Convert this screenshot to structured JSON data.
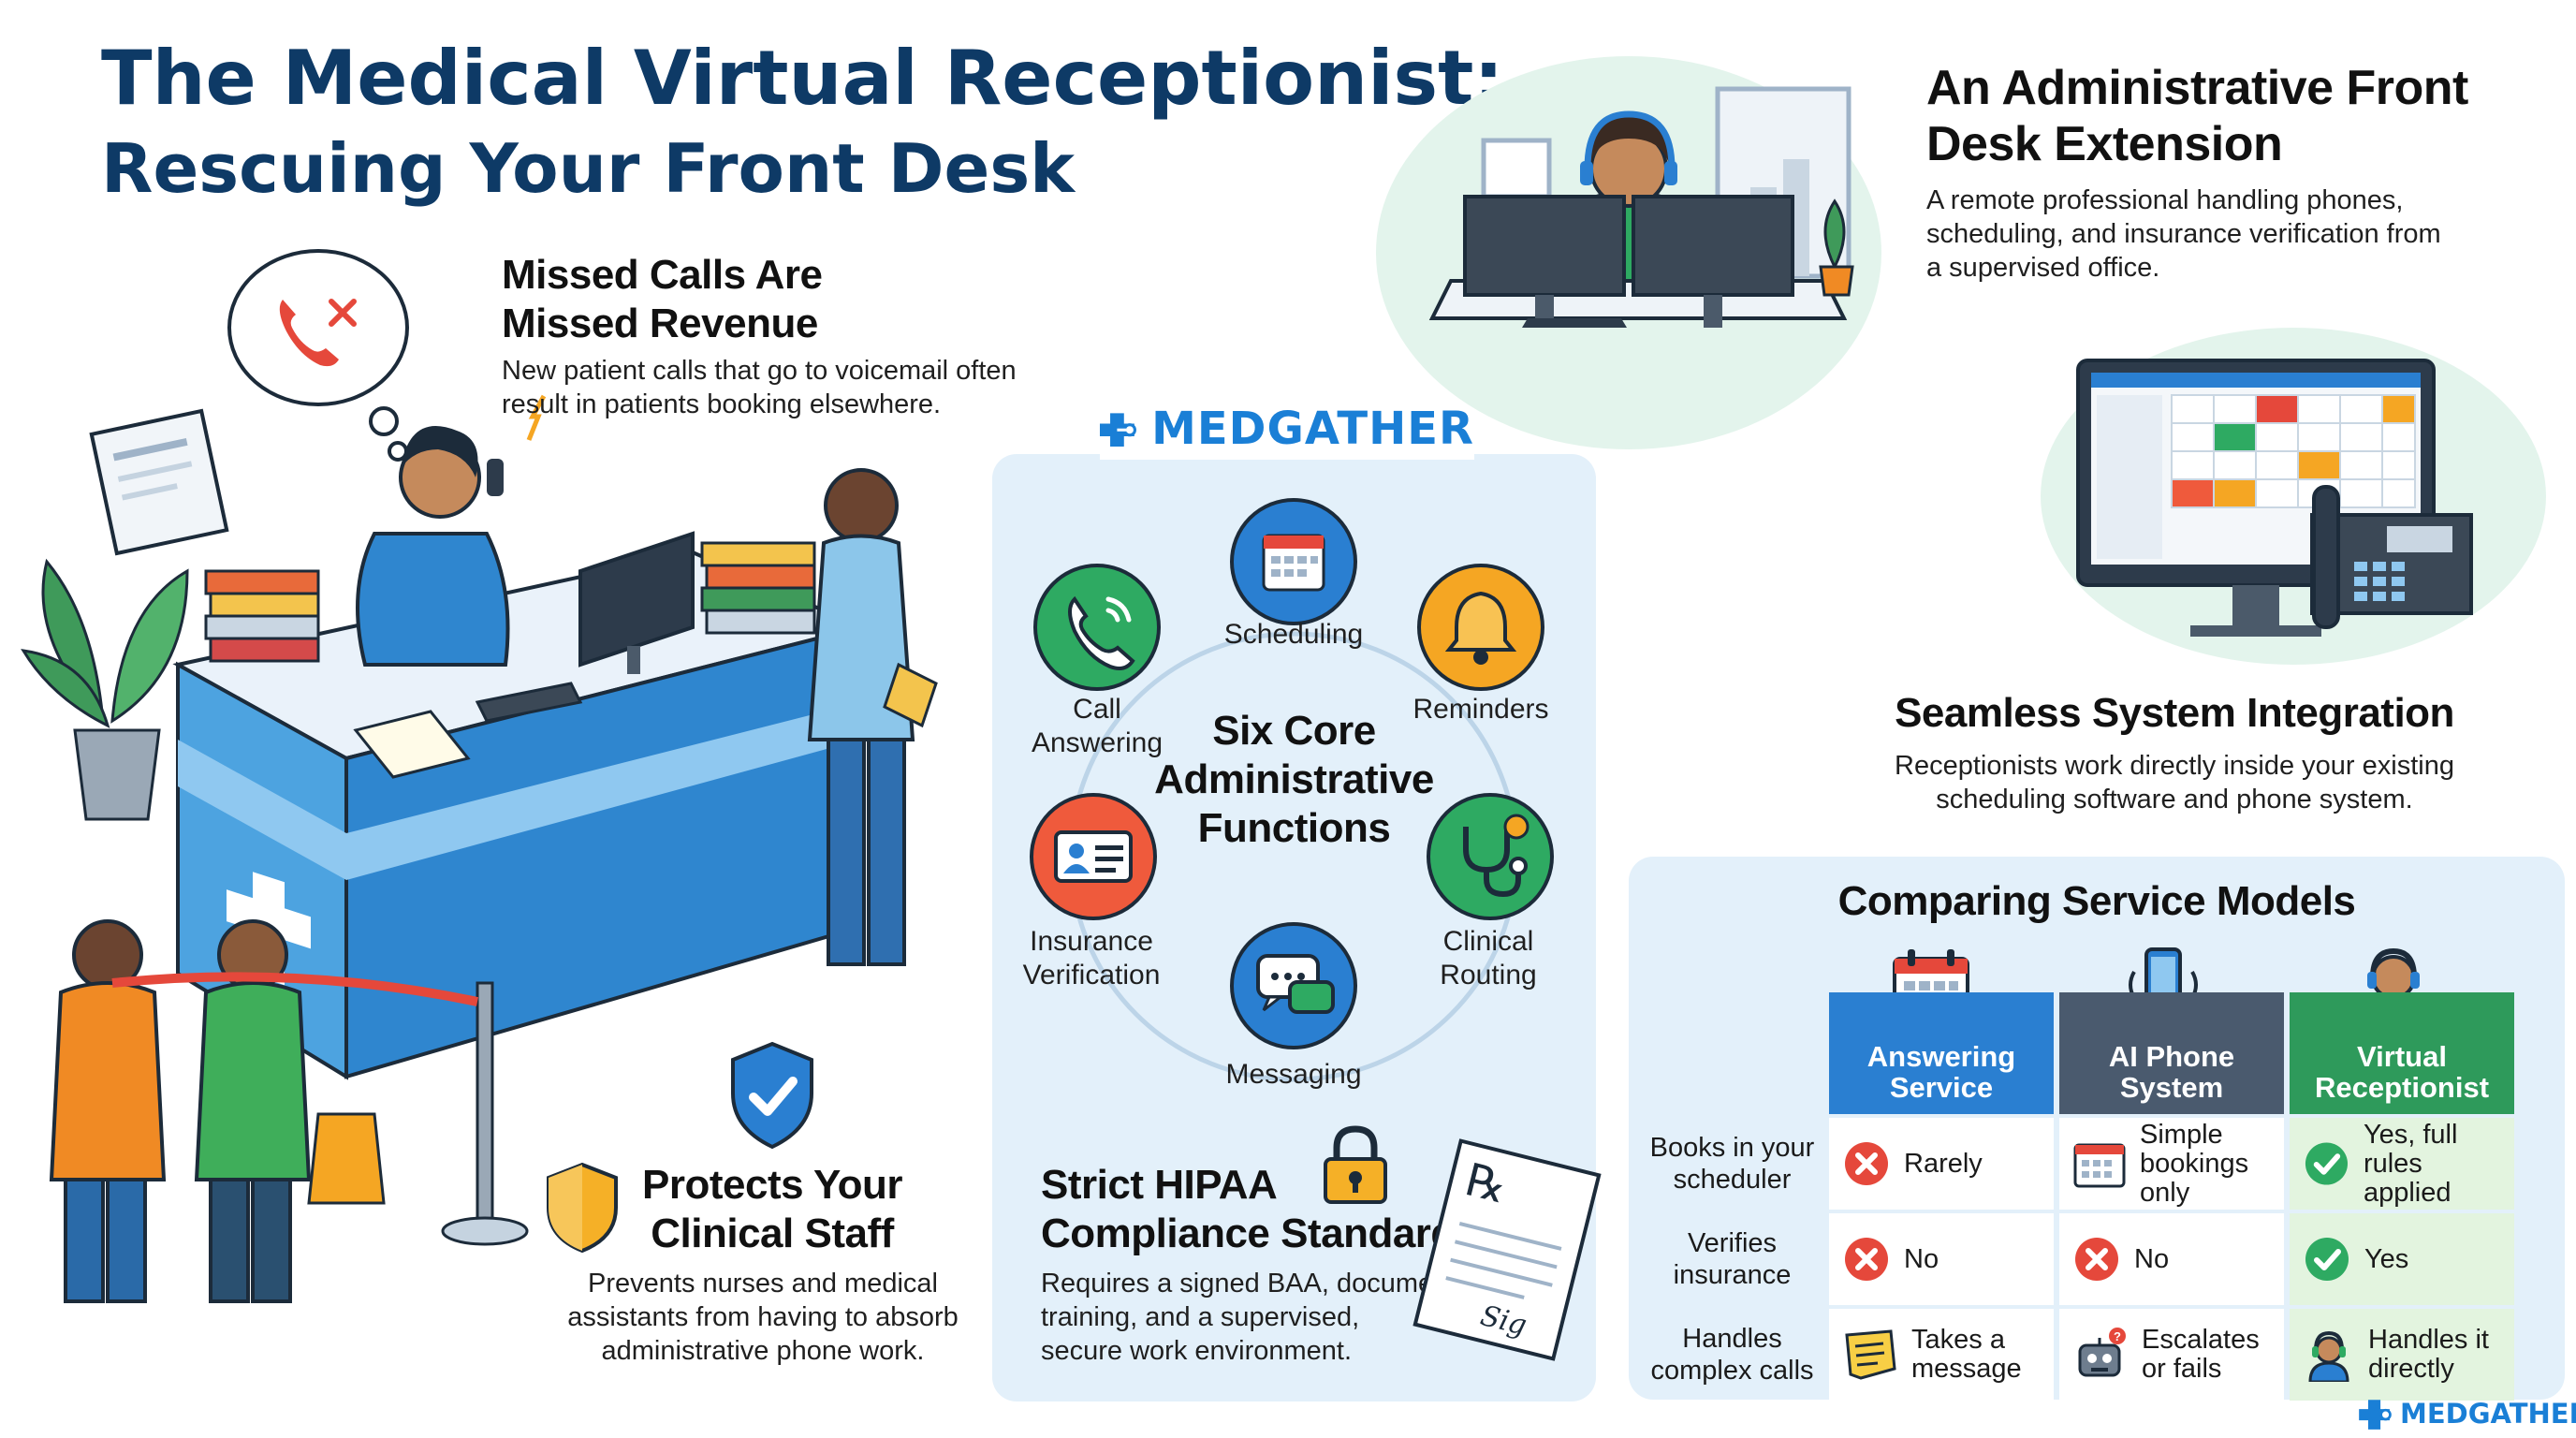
{
  "title": {
    "line1": "The Medical Virtual Receptionist:",
    "line2": "Rescuing Your Front Desk"
  },
  "brand": {
    "name": "MEDGATHER",
    "footer_name": "MEDGATHER",
    "color": "#1a7fd6"
  },
  "missed_calls": {
    "heading": "Missed Calls Are\nMissed Revenue",
    "body": "New patient calls that go to voicemail often\nresult in patients booking elsewhere."
  },
  "protects": {
    "heading": "Protects Your\nClinical Staff",
    "body": "Prevents nurses and medical\nassistants from having to absorb\nadministrative phone work."
  },
  "extension": {
    "heading": "An Administrative Front\nDesk Extension",
    "body": "A remote professional handling phones,\nscheduling, and insurance verification from\na supervised office."
  },
  "integration": {
    "heading": "Seamless System Integration",
    "body": "Receptionists work directly inside your existing\nscheduling software and phone system."
  },
  "functions": {
    "center": "Six Core\nAdministrative\nFunctions",
    "items": [
      {
        "label": "Scheduling",
        "icon": "calendar-icon",
        "color": "#2a7fd1"
      },
      {
        "label": "Reminders",
        "icon": "bell-icon",
        "color": "#f5a623"
      },
      {
        "label": "Clinical\nRouting",
        "icon": "stethoscope-icon",
        "color": "#2eaa62"
      },
      {
        "label": "Messaging",
        "icon": "chat-icon",
        "color": "#2a7fd1"
      },
      {
        "label": "Insurance\nVerification",
        "icon": "id-card-icon",
        "color": "#ef5a3c"
      },
      {
        "label": "Call\nAnswering",
        "icon": "phone-icon",
        "color": "#2eaa62"
      }
    ]
  },
  "hipaa": {
    "heading": "Strict HIPAA\nCompliance Standards",
    "body": "Requires a signed BAA, documented\ntraining, and a supervised,\nsecure work environment.",
    "rx": "℞",
    "sig": "Sig"
  },
  "comparison": {
    "heading": "Comparing Service Models",
    "columns": [
      {
        "label": "Answering\nService",
        "icon": "calendar-icon",
        "color": "#2a7fd1"
      },
      {
        "label": "AI Phone\nSystem",
        "icon": "smartphone-icon",
        "color": "#4a5a6e"
      },
      {
        "label": "Virtual\nReceptionist",
        "icon": "headset-agent-icon",
        "color": "#2e9a5b"
      }
    ],
    "rows": [
      {
        "label": "Books in your\nscheduler",
        "cells": [
          {
            "text": "Rarely",
            "icon": "x-circle-icon"
          },
          {
            "text": "Simple\nbookings\nonly",
            "icon": "calendar-icon"
          },
          {
            "text": "Yes, full\nrules applied",
            "icon": "check-circle-icon"
          }
        ]
      },
      {
        "label": "Verifies\ninsurance",
        "cells": [
          {
            "text": "No",
            "icon": "x-circle-icon"
          },
          {
            "text": "No",
            "icon": "x-circle-icon"
          },
          {
            "text": "Yes",
            "icon": "check-circle-icon"
          }
        ]
      },
      {
        "label": "Handles\ncomplex calls",
        "cells": [
          {
            "text": "Takes a\nmessage",
            "icon": "sticky-note-icon"
          },
          {
            "text": "Escalates\nor fails",
            "icon": "robot-icon"
          },
          {
            "text": "Handles it\ndirectly",
            "icon": "headset-agent-icon"
          }
        ]
      }
    ]
  },
  "colors": {
    "navy": "#0e3a66",
    "blue": "#2a7fd1",
    "green": "#2eaa62",
    "red": "#e5483b",
    "orange": "#f5a623",
    "panel": "#e3f0fa"
  }
}
